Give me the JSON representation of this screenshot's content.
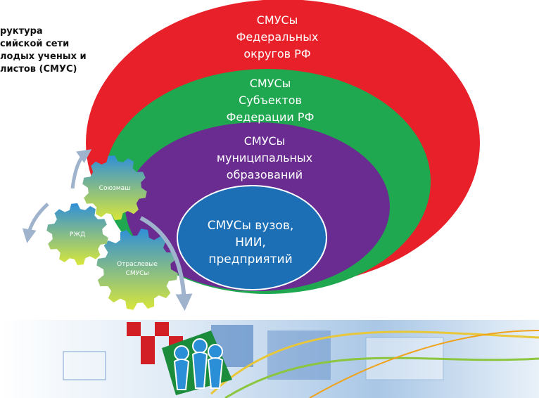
{
  "title": {
    "lines": [
      "руктура",
      "сийской сети",
      "лодых ученых и",
      "листов (СМУС)"
    ]
  },
  "levels": [
    {
      "id": "federal",
      "lines": [
        "СМУСы",
        "Федеральных",
        "округов РФ"
      ],
      "color": "#e8202a"
    },
    {
      "id": "subjects",
      "lines": [
        "СМУСы",
        "Субъектов",
        "Федерации РФ"
      ],
      "color": "#1fa84f"
    },
    {
      "id": "municipal",
      "lines": [
        "СМУСы",
        "муниципальных",
        "образований"
      ],
      "color": "#6a2c91"
    },
    {
      "id": "core",
      "lines": [
        "СМУСы  вузов,",
        "НИИ,",
        "предприятий"
      ],
      "color": "#1c6fb5"
    }
  ],
  "gears": [
    {
      "id": "soyuzmash",
      "lines": [
        "Союзмаш"
      ]
    },
    {
      "id": "rzhd",
      "lines": [
        "РЖД"
      ]
    },
    {
      "id": "sectoral",
      "lines": [
        "Отраслевые",
        "СМУСы"
      ]
    }
  ],
  "colors": {
    "gear_top": "#2f8fd8",
    "gear_bottom": "#d8e63a",
    "arrow": "#9fb3cc",
    "banner_accent_red": "#d21f26",
    "banner_blue": "#3b73b9"
  }
}
